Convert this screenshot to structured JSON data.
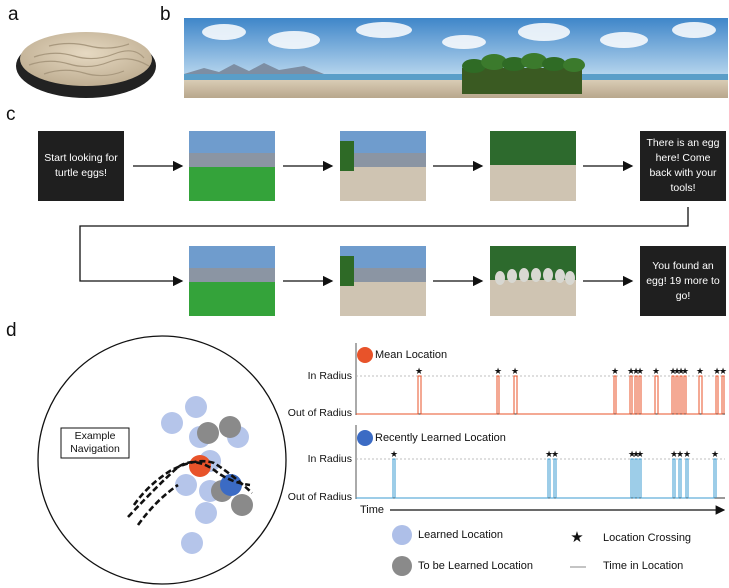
{
  "panels": {
    "a": "a",
    "b": "b",
    "c": "c",
    "d": "d"
  },
  "c": {
    "box_start": "Start looking for turtle eggs!",
    "box_egg_here": "There is an egg here! Come back with your tools!",
    "box_found": "You found an egg! 19 more to go!"
  },
  "d": {
    "example_label": "Example Navigation",
    "mean_location": "Mean Location",
    "recent_location": "Recently Learned Location",
    "in_radius": "In Radius",
    "out_radius": "Out of Radius",
    "time": "Time",
    "legend": {
      "learned": "Learned Location",
      "to_be_learned": "To be Learned Location",
      "crossing": "Location Crossing",
      "time_in": "Time in Location"
    },
    "colors": {
      "orange": "#e8532a",
      "blue": "#3b6bc4",
      "light_blue": "#aebfe8",
      "gray": "#8a8a8a"
    }
  }
}
